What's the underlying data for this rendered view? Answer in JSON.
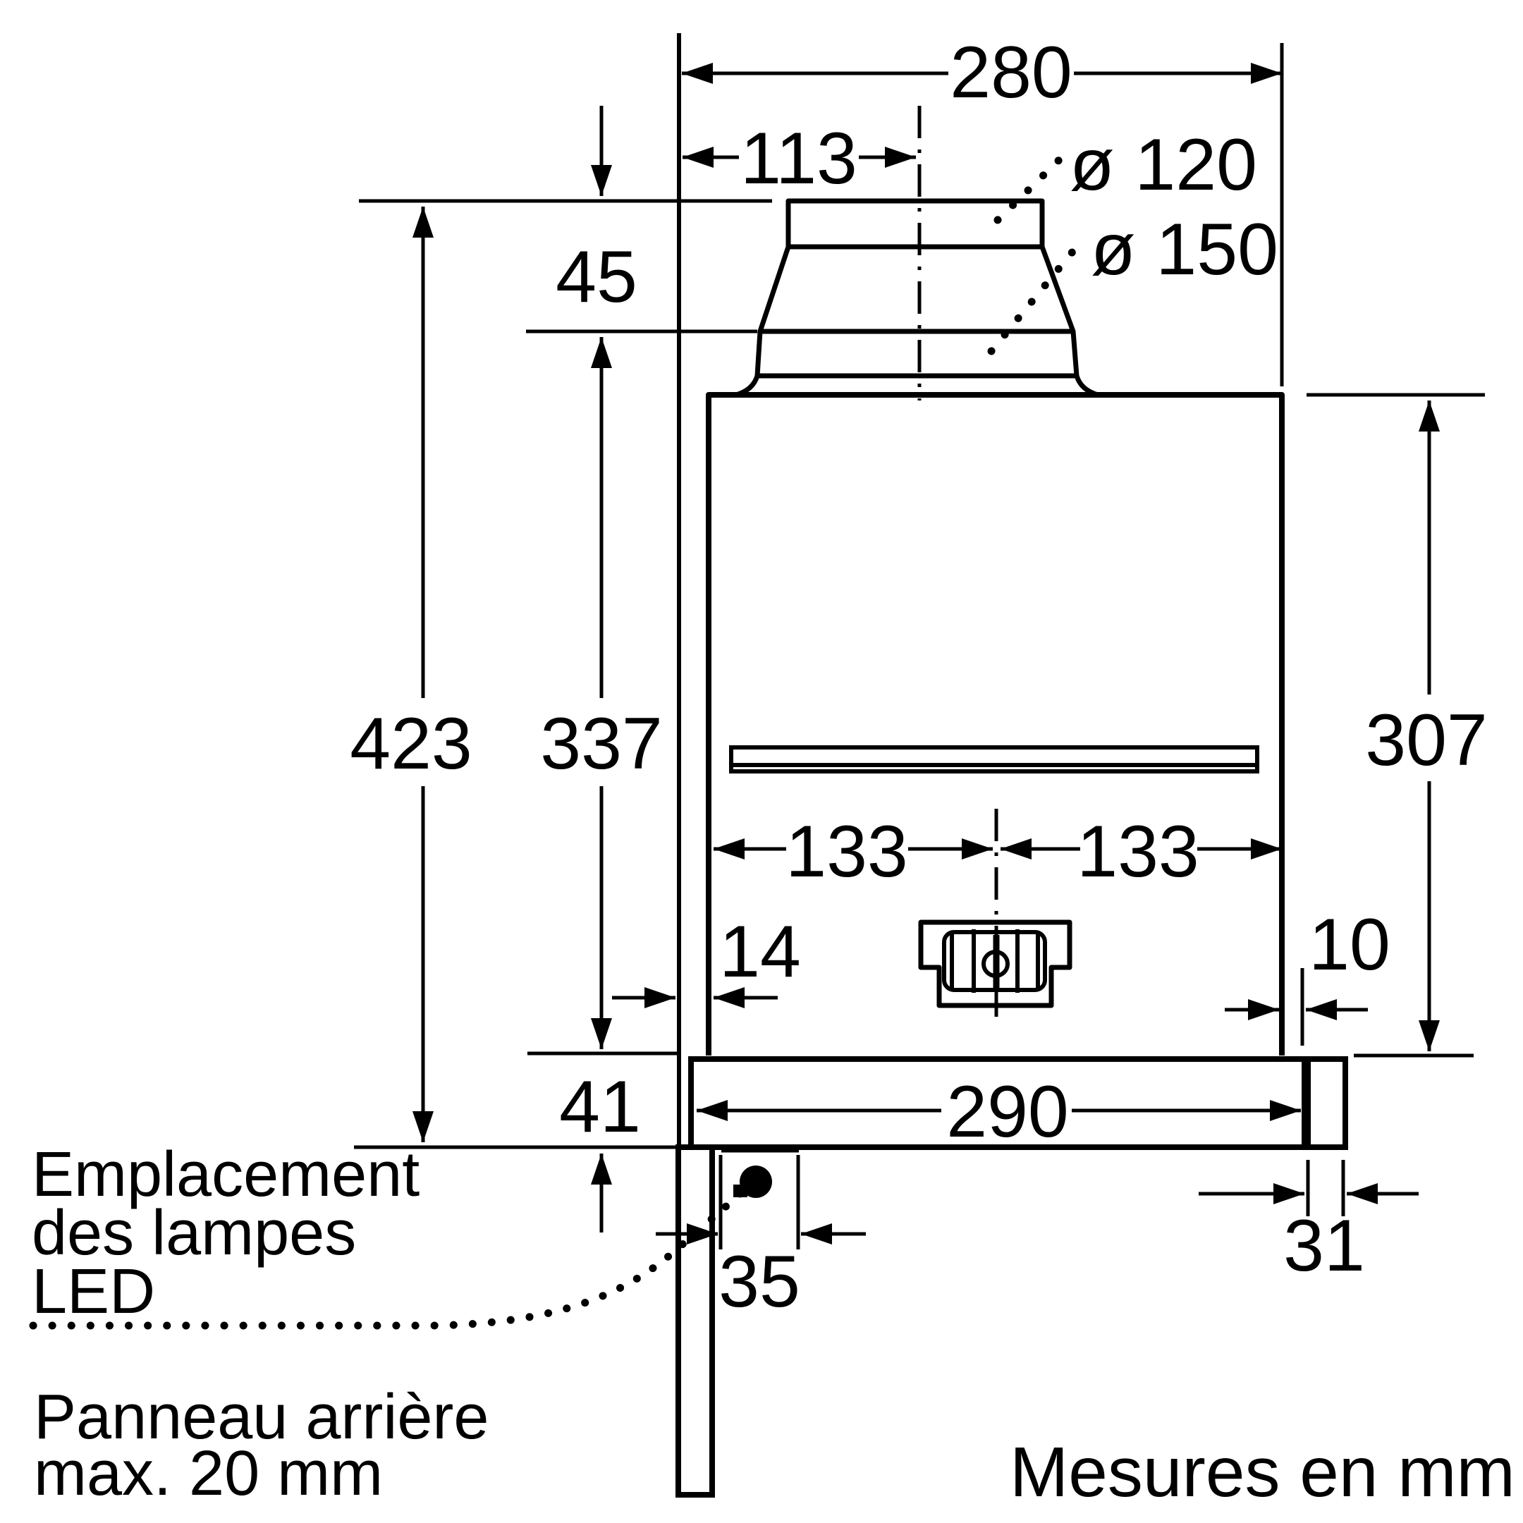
{
  "colors": {
    "ink": "#000000",
    "background": "#ffffff"
  },
  "units_note": "Mesures en mm",
  "dimensions": {
    "total_width": "280",
    "duct_offset": "113",
    "duct_dia_small": "ø 120",
    "duct_dia_large": "ø 150",
    "duct_height": "45",
    "total_height": "423",
    "body_height": "337",
    "right_height": "307",
    "hole_left": "133",
    "hole_right": "133",
    "back_gap": "14",
    "right_gap": "10",
    "visor_height": "41",
    "visor_width": "290",
    "end_cap": "31",
    "lamp_offset": "35"
  },
  "annotations": {
    "led_line1": "Emplacement",
    "led_line2": "des lampes",
    "led_line3": "LED",
    "panel_line1": "Panneau arrière",
    "panel_line2": "max. 20 mm"
  }
}
